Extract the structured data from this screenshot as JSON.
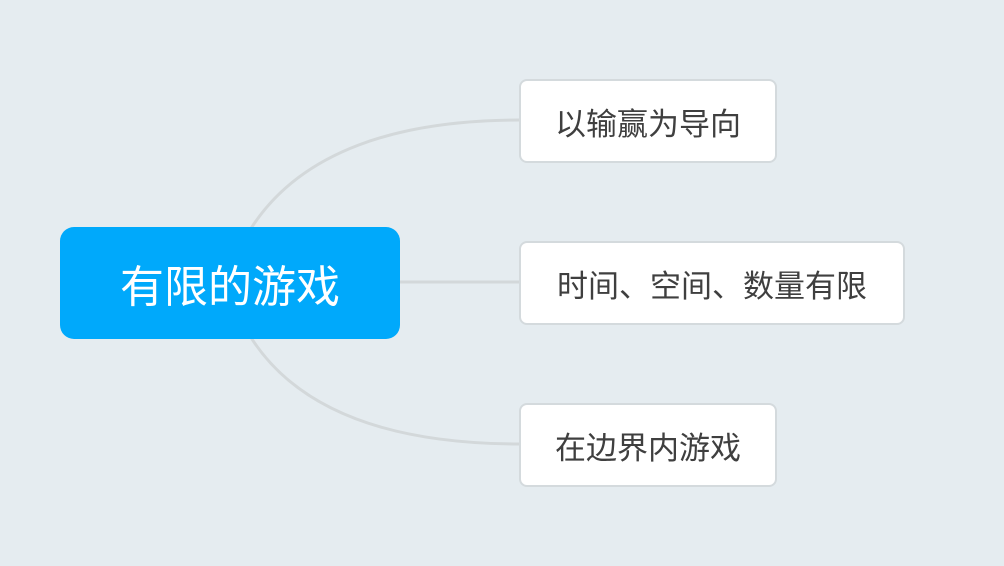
{
  "mindmap": {
    "root": {
      "label": "有限的游戏",
      "color": "#00a9fb"
    },
    "children": [
      {
        "label": "以输赢为导向"
      },
      {
        "label": "时间、空间、数量有限"
      },
      {
        "label": "在边界内游戏"
      }
    ],
    "connector_color": "#d3d8da",
    "background": "#e5ecf0"
  }
}
